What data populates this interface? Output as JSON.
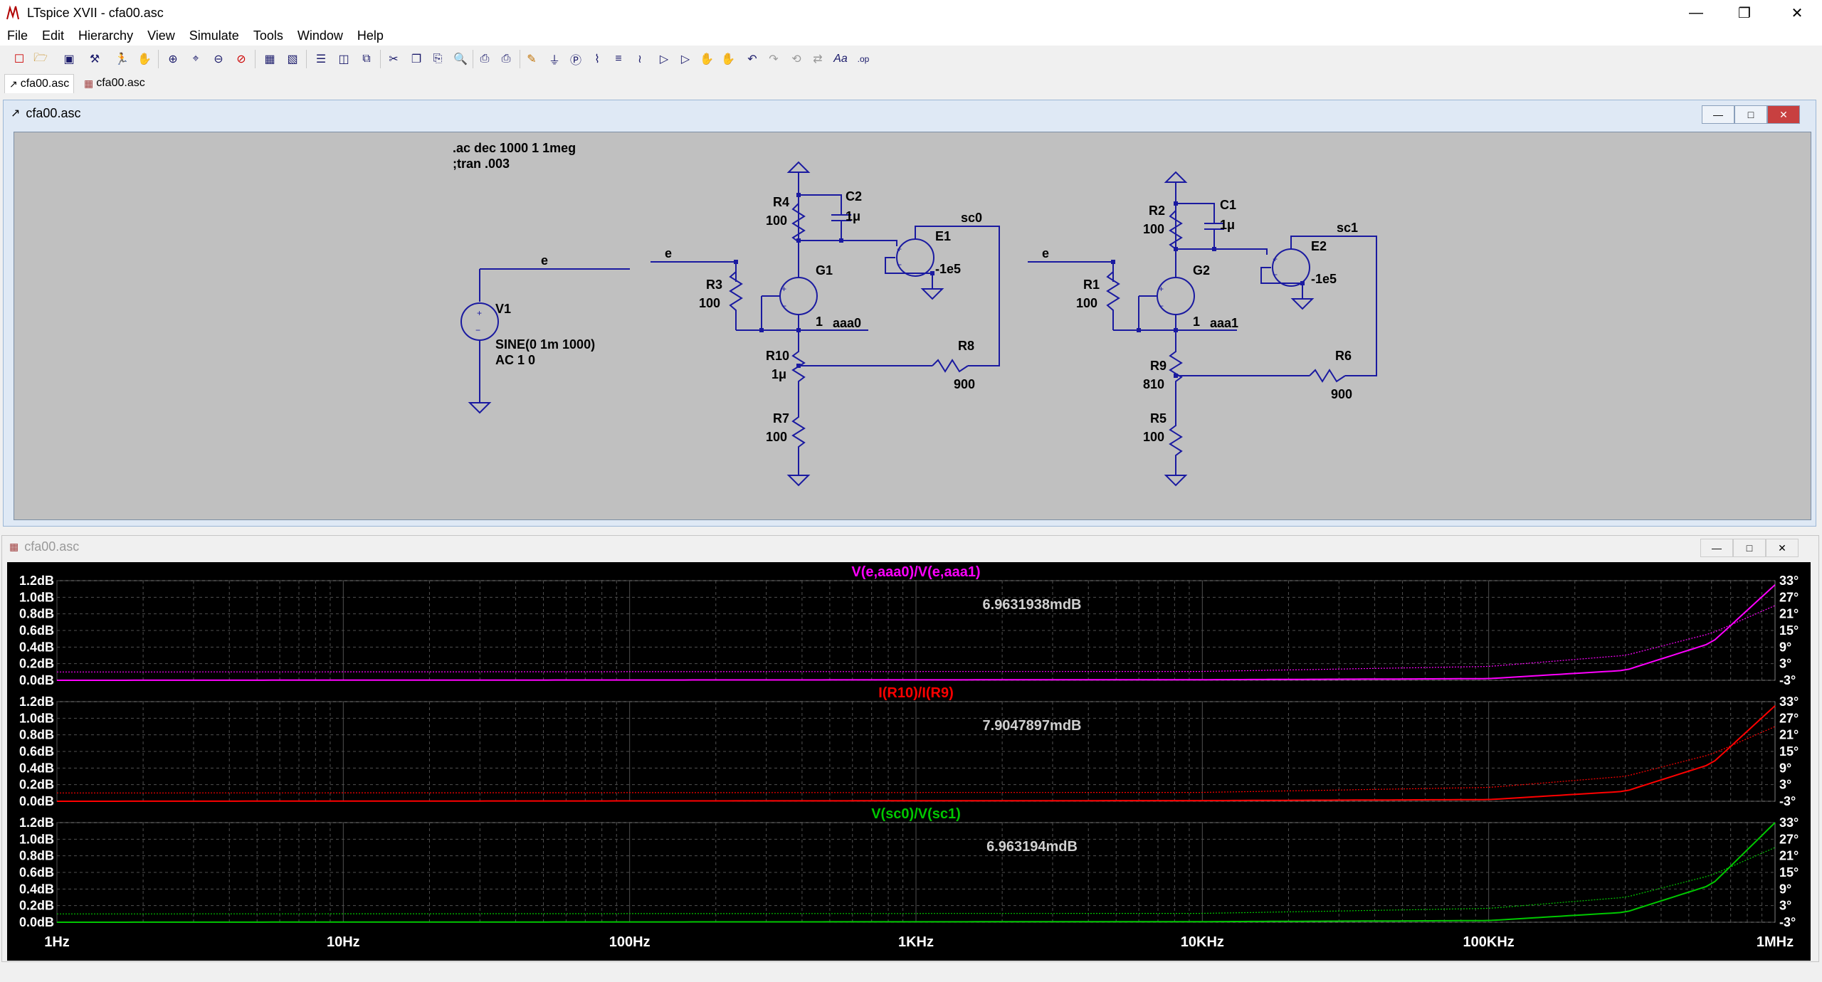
{
  "window": {
    "title": "LTspice XVII - cfa00.asc"
  },
  "menu": [
    "File",
    "Edit",
    "Hierarchy",
    "View",
    "Simulate",
    "Tools",
    "Window",
    "Help"
  ],
  "tabs": [
    "cfa00.asc",
    "cfa00.asc"
  ],
  "schematic": {
    "title": "cfa00.asc",
    "directives": [
      ".ac dec 1000 1 1meg",
      ";tran .003"
    ],
    "labels": {
      "net_e": "e",
      "V1": "V1",
      "V1_value": "SINE(0 1m 1000)",
      "V1_ac": "AC 1 0",
      "net_e2": "e",
      "R3": "R3",
      "R3_value": "100",
      "R4": "R4",
      "R4_value": "100",
      "C2": "C2",
      "C2_value": "1μ",
      "G1": "G1",
      "G1_value": "1",
      "net_aaa0": "aaa0",
      "E1": "E1",
      "E1_value": "-1e5",
      "net_sc0": "sc0",
      "R10": "R10",
      "R10_value": "1μ",
      "R8": "R8",
      "R8_value": "900",
      "R7": "R7",
      "R7_value": "100",
      "net_e3": "e",
      "R1": "R1",
      "R1_value": "100",
      "R2": "R2",
      "R2_value": "100",
      "C1": "C1",
      "C1_value": "1μ",
      "G2": "G2",
      "G2_value": "1",
      "net_aaa1": "aaa1",
      "E2": "E2",
      "E2_value": "-1e5",
      "net_sc1": "sc1",
      "R9": "R9",
      "R9_value": "810",
      "R6": "R6",
      "R6_value": "900",
      "R5": "R5",
      "R5_value": "100"
    }
  },
  "plot": {
    "title": "cfa00.asc",
    "panes": [
      {
        "trace": "V(e,aaa0)/V(e,aaa1)",
        "readout": "6.9631938mdB",
        "color": "#ff00ff"
      },
      {
        "trace": "I(R10)/I(R9)",
        "readout": "7.9047897mdB",
        "color": "#ff0000"
      },
      {
        "trace": "V(sc0)/V(sc1)",
        "readout": "6.963194mdB",
        "color": "#00c800"
      }
    ],
    "y_ticks": [
      "1.2dB",
      "1.0dB",
      "0.8dB",
      "0.6dB",
      "0.4dB",
      "0.2dB",
      "0.0dB"
    ],
    "phase_ticks": [
      "33°",
      "27°",
      "21°",
      "15°",
      "9°",
      "3°",
      "-3°"
    ],
    "x_ticks": [
      "1Hz",
      "10Hz",
      "100Hz",
      "1KHz",
      "10KHz",
      "100KHz",
      "1MHz"
    ]
  },
  "chart_data": {
    "type": "line",
    "x_scale": "log",
    "x_range": [
      1,
      1000000
    ],
    "x_ticks": [
      "1Hz",
      "10Hz",
      "100Hz",
      "1KHz",
      "10KHz",
      "100KHz",
      "1MHz"
    ],
    "panes": [
      {
        "title": "V(e,aaa0)/V(e,aaa1)",
        "ylim_db": [
          0,
          1.2
        ],
        "phase_deg": [
          -3,
          33
        ],
        "magnitude_db": [
          [
            1,
            0.0
          ],
          [
            10000,
            0.007
          ],
          [
            100000,
            0.02
          ],
          [
            300000,
            0.12
          ],
          [
            600000,
            0.45
          ],
          [
            1000000,
            1.15
          ]
        ],
        "phase": [
          [
            1,
            0
          ],
          [
            10000,
            0.2
          ],
          [
            100000,
            2
          ],
          [
            300000,
            6
          ],
          [
            600000,
            14
          ],
          [
            1000000,
            24
          ]
        ]
      },
      {
        "title": "I(R10)/I(R9)",
        "ylim_db": [
          0,
          1.2
        ],
        "phase_deg": [
          -3,
          33
        ],
        "magnitude_db": [
          [
            1,
            0.0
          ],
          [
            10000,
            0.008
          ],
          [
            100000,
            0.02
          ],
          [
            300000,
            0.12
          ],
          [
            600000,
            0.45
          ],
          [
            1000000,
            1.15
          ]
        ],
        "phase": [
          [
            1,
            0
          ],
          [
            10000,
            0.2
          ],
          [
            100000,
            2
          ],
          [
            300000,
            6
          ],
          [
            600000,
            14
          ],
          [
            1000000,
            24
          ]
        ]
      },
      {
        "title": "V(sc0)/V(sc1)",
        "ylim_db": [
          0,
          1.2
        ],
        "phase_deg": [
          -3,
          33
        ],
        "magnitude_db": [
          [
            1,
            0.0
          ],
          [
            10000,
            0.007
          ],
          [
            100000,
            0.02
          ],
          [
            300000,
            0.12
          ],
          [
            600000,
            0.45
          ],
          [
            1000000,
            1.2
          ]
        ],
        "phase": [
          [
            1,
            0
          ],
          [
            10000,
            0.2
          ],
          [
            100000,
            2
          ],
          [
            300000,
            6
          ],
          [
            600000,
            14
          ],
          [
            1000000,
            24
          ]
        ]
      }
    ]
  }
}
